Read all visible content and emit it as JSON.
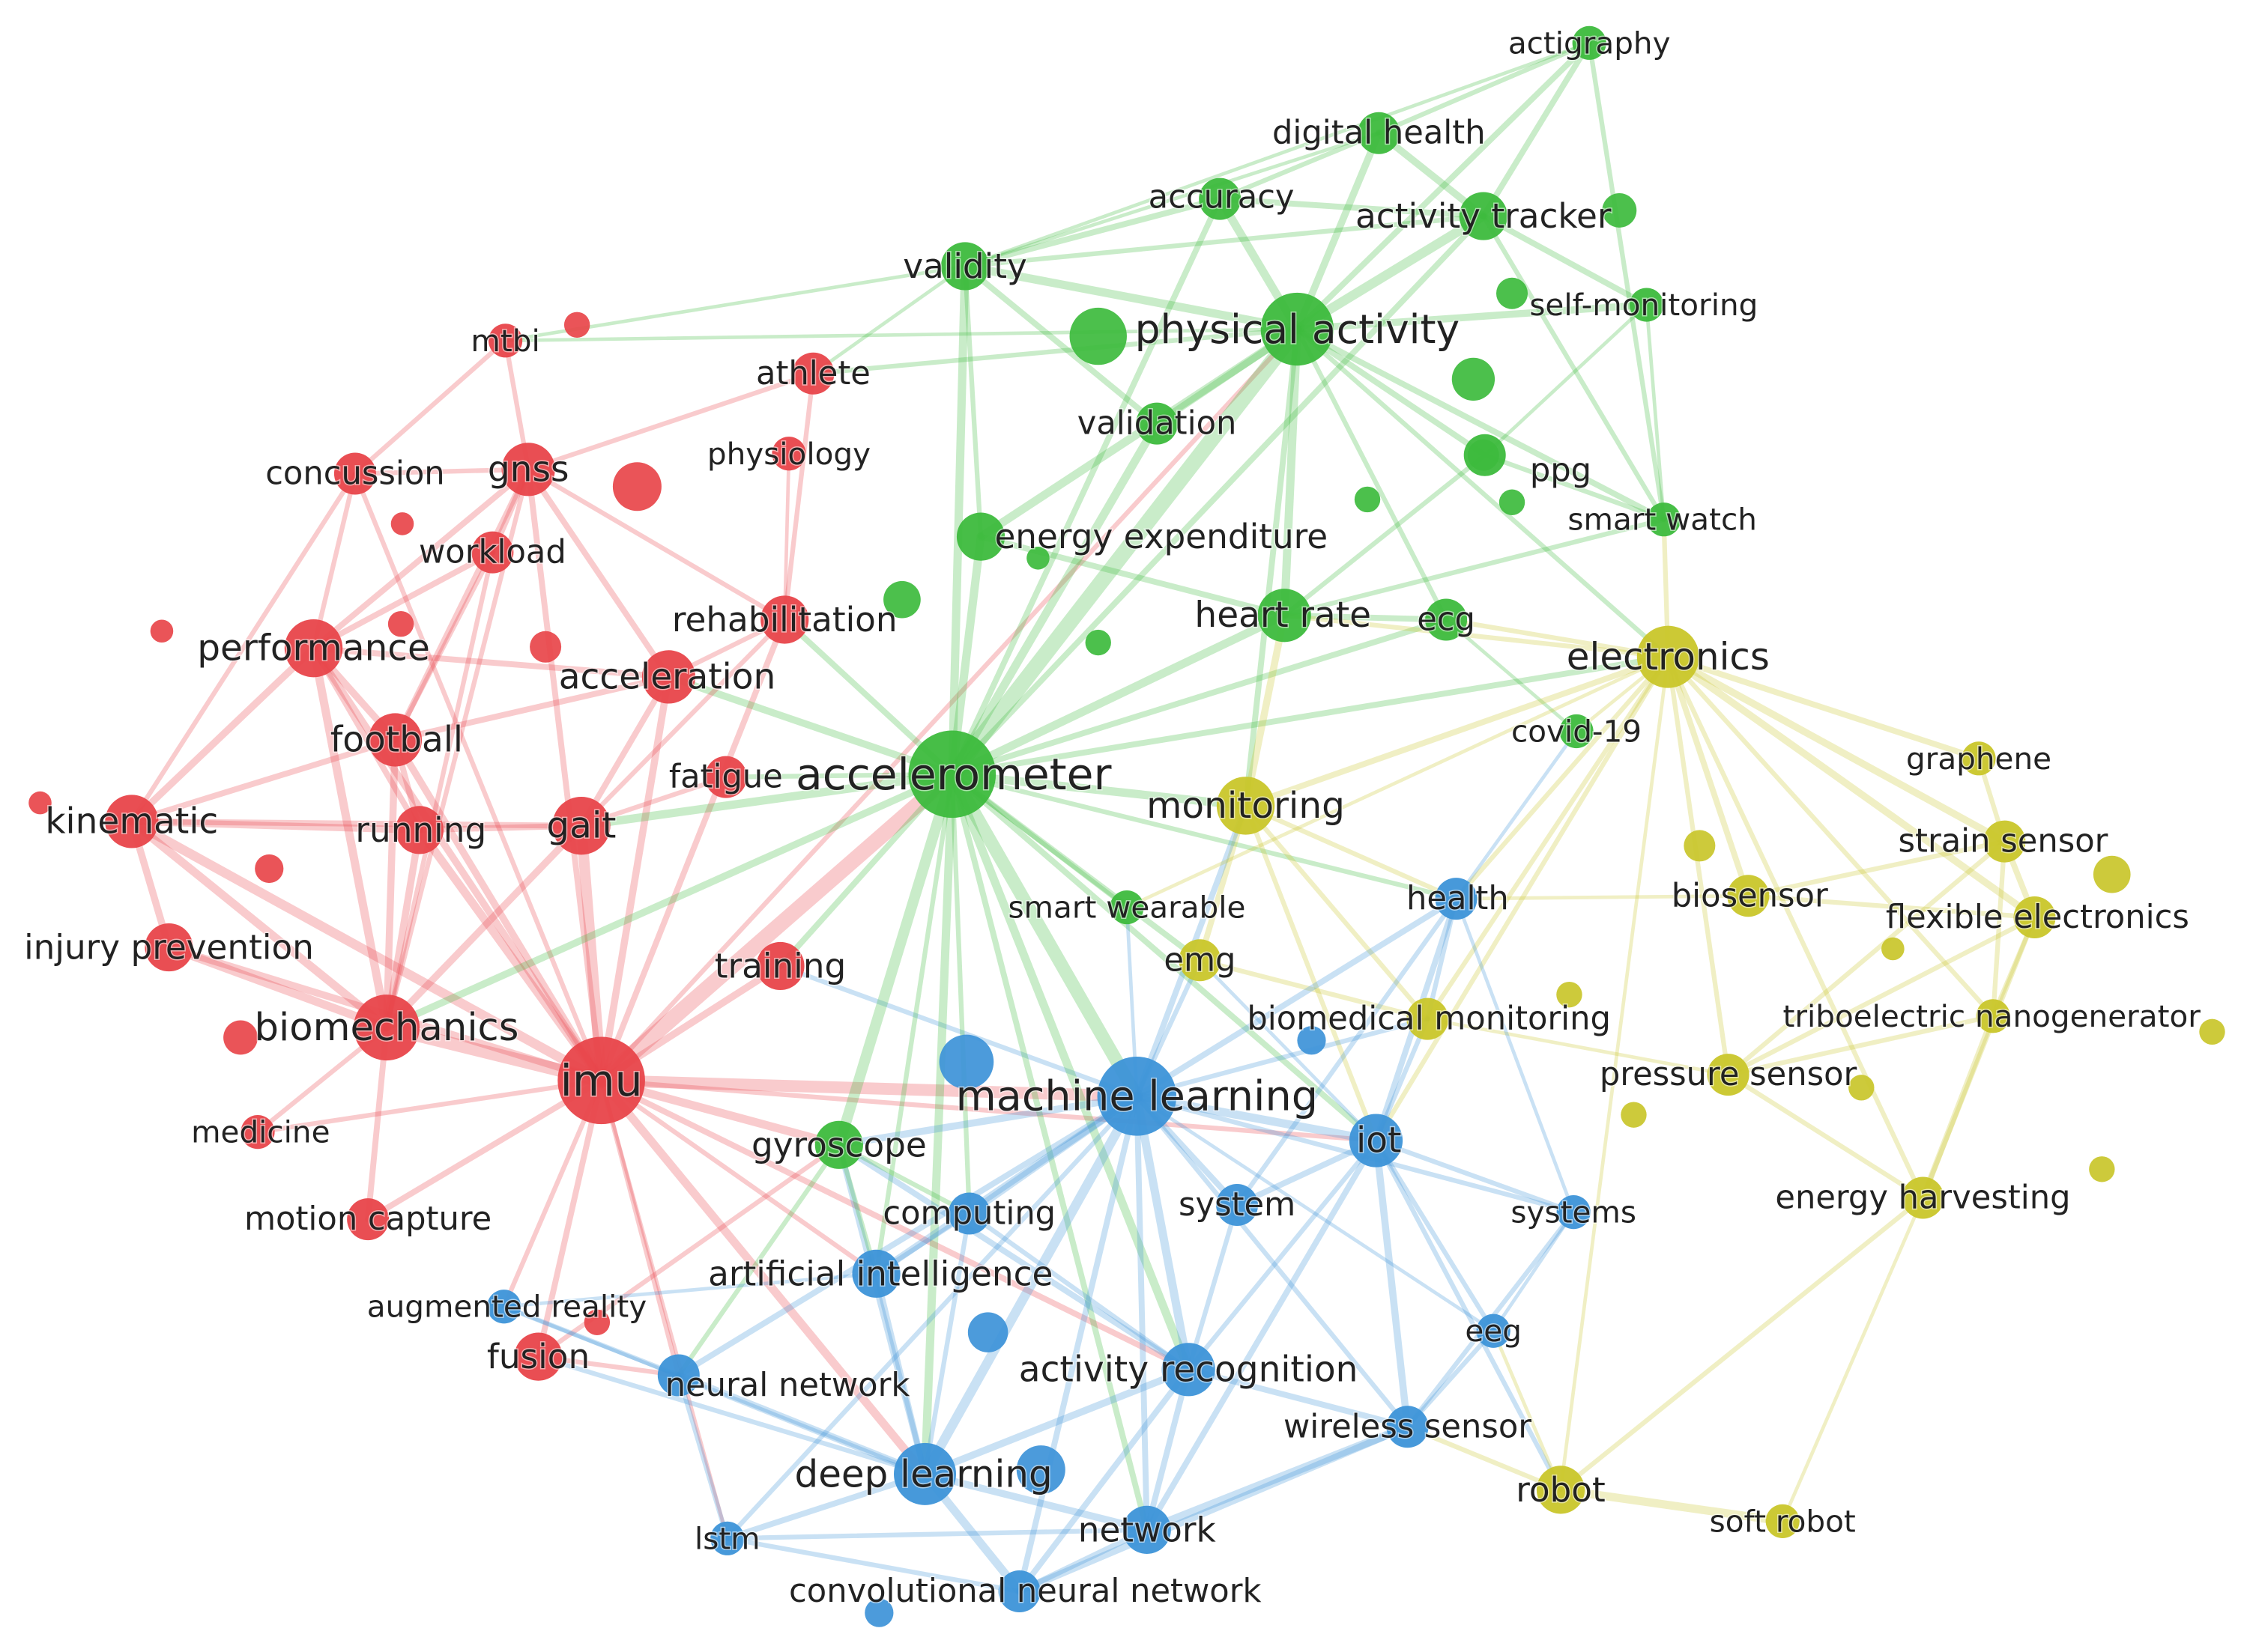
{
  "clusters": {
    "red": "#e8454a",
    "green": "#3dbb3d",
    "blue": "#3d93d8",
    "yellow": "#c9c62a"
  },
  "nodes": [
    {
      "id": "actigraphy",
      "label": "actigraphy",
      "cluster": "green",
      "weight": 1
    },
    {
      "id": "digital-health",
      "label": "digital health",
      "cluster": "green",
      "weight": 2
    },
    {
      "id": "accuracy",
      "label": "accuracy",
      "cluster": "green",
      "weight": 2
    },
    {
      "id": "activity-tracker",
      "label": "activity tracker",
      "cluster": "green",
      "weight": 3
    },
    {
      "id": "validity",
      "label": "validity",
      "cluster": "green",
      "weight": 3
    },
    {
      "id": "physical-activity",
      "label": "physical activity",
      "cluster": "green",
      "weight": 9
    },
    {
      "id": "self-monitoring",
      "label": "self-monitoring",
      "cluster": "green",
      "weight": 1
    },
    {
      "id": "validation",
      "label": "validation",
      "cluster": "green",
      "weight": 2
    },
    {
      "id": "ppg",
      "label": "ppg",
      "cluster": "green",
      "weight": 2
    },
    {
      "id": "smart-watch",
      "label": "smart watch",
      "cluster": "green",
      "weight": 1
    },
    {
      "id": "energy-expenditure",
      "label": "energy expenditure",
      "cluster": "green",
      "weight": 3
    },
    {
      "id": "heart-rate",
      "label": "heart rate",
      "cluster": "green",
      "weight": 4
    },
    {
      "id": "ecg",
      "label": "ecg",
      "cluster": "green",
      "weight": 2
    },
    {
      "id": "covid-19",
      "label": "covid-19",
      "cluster": "green",
      "weight": 1
    },
    {
      "id": "accelerometer",
      "label": "accelerometer",
      "cluster": "green",
      "weight": 14
    },
    {
      "id": "gyroscope",
      "label": "gyroscope",
      "cluster": "green",
      "weight": 3
    },
    {
      "id": "smart-wearable",
      "label": "smart wearable",
      "cluster": "green",
      "weight": 1
    },
    {
      "id": "mtbi",
      "label": "mtbi",
      "cluster": "red",
      "weight": 1
    },
    {
      "id": "athlete",
      "label": "athlete",
      "cluster": "red",
      "weight": 2
    },
    {
      "id": "physiology",
      "label": "physiology",
      "cluster": "red",
      "weight": 1
    },
    {
      "id": "concussion",
      "label": "concussion",
      "cluster": "red",
      "weight": 2
    },
    {
      "id": "gnss",
      "label": "gnss",
      "cluster": "red",
      "weight": 4
    },
    {
      "id": "workload",
      "label": "workload",
      "cluster": "red",
      "weight": 2
    },
    {
      "id": "performance",
      "label": "performance",
      "cluster": "red",
      "weight": 5
    },
    {
      "id": "rehabilitation",
      "label": "rehabilitation",
      "cluster": "red",
      "weight": 3
    },
    {
      "id": "acceleration",
      "label": "acceleration",
      "cluster": "red",
      "weight": 4
    },
    {
      "id": "football",
      "label": "football",
      "cluster": "red",
      "weight": 4
    },
    {
      "id": "fatigue",
      "label": "fatigue",
      "cluster": "red",
      "weight": 2
    },
    {
      "id": "kinematic",
      "label": "kinematic",
      "cluster": "red",
      "weight": 4
    },
    {
      "id": "running",
      "label": "running",
      "cluster": "red",
      "weight": 3
    },
    {
      "id": "gait",
      "label": "gait",
      "cluster": "red",
      "weight": 5
    },
    {
      "id": "injury-prevention",
      "label": "injury prevention",
      "cluster": "red",
      "weight": 3
    },
    {
      "id": "training",
      "label": "training",
      "cluster": "red",
      "weight": 3
    },
    {
      "id": "biomechanics",
      "label": "biomechanics",
      "cluster": "red",
      "weight": 7
    },
    {
      "id": "imu",
      "label": "imu",
      "cluster": "red",
      "weight": 14
    },
    {
      "id": "medicine",
      "label": "medicine",
      "cluster": "red",
      "weight": 1
    },
    {
      "id": "motion-capture",
      "label": "motion capture",
      "cluster": "red",
      "weight": 2
    },
    {
      "id": "fusion",
      "label": "fusion",
      "cluster": "red",
      "weight": 3
    },
    {
      "id": "monitoring",
      "label": "monitoring",
      "cluster": "yellow",
      "weight": 5
    },
    {
      "id": "electronics",
      "label": "electronics",
      "cluster": "yellow",
      "weight": 6
    },
    {
      "id": "graphene",
      "label": "graphene",
      "cluster": "yellow",
      "weight": 1
    },
    {
      "id": "strain-sensor",
      "label": "strain sensor",
      "cluster": "yellow",
      "weight": 2
    },
    {
      "id": "biosensor",
      "label": "biosensor",
      "cluster": "yellow",
      "weight": 2
    },
    {
      "id": "flexible-electronics",
      "label": "flexible electronics",
      "cluster": "yellow",
      "weight": 2
    },
    {
      "id": "emg",
      "label": "emg",
      "cluster": "yellow",
      "weight": 2
    },
    {
      "id": "biomedical-monitoring",
      "label": "biomedical monitoring",
      "cluster": "yellow",
      "weight": 2
    },
    {
      "id": "triboelectric-nanogenerator",
      "label": "triboelectric nanogenerator",
      "cluster": "yellow",
      "weight": 1
    },
    {
      "id": "pressure-sensor",
      "label": "pressure sensor",
      "cluster": "yellow",
      "weight": 2
    },
    {
      "id": "energy-harvesting",
      "label": "energy harvesting",
      "cluster": "yellow",
      "weight": 2
    },
    {
      "id": "robot",
      "label": "robot",
      "cluster": "yellow",
      "weight": 3
    },
    {
      "id": "soft-robot",
      "label": "soft robot",
      "cluster": "yellow",
      "weight": 1
    },
    {
      "id": "health",
      "label": "health",
      "cluster": "blue",
      "weight": 2
    },
    {
      "id": "machine-learning",
      "label": "machine learning",
      "cluster": "blue",
      "weight": 11
    },
    {
      "id": "iot",
      "label": "iot",
      "cluster": "blue",
      "weight": 4
    },
    {
      "id": "computing",
      "label": "computing",
      "cluster": "blue",
      "weight": 2
    },
    {
      "id": "system",
      "label": "system",
      "cluster": "blue",
      "weight": 2
    },
    {
      "id": "systems",
      "label": "systems",
      "cluster": "blue",
      "weight": 1
    },
    {
      "id": "artificial-intelligence",
      "label": "artificial intelligence",
      "cluster": "blue",
      "weight": 3
    },
    {
      "id": "augmented-reality",
      "label": "augmented reality",
      "cluster": "blue",
      "weight": 1
    },
    {
      "id": "eeg",
      "label": "eeg",
      "cluster": "blue",
      "weight": 1
    },
    {
      "id": "activity-recognition",
      "label": "activity recognition",
      "cluster": "blue",
      "weight": 4
    },
    {
      "id": "neural-network",
      "label": "neural network",
      "cluster": "blue",
      "weight": 2
    },
    {
      "id": "wireless-sensor",
      "label": "wireless sensor",
      "cluster": "blue",
      "weight": 2
    },
    {
      "id": "deep-learning",
      "label": "deep learning",
      "cluster": "blue",
      "weight": 6
    },
    {
      "id": "lstm",
      "label": "lstm",
      "cluster": "blue",
      "weight": 1
    },
    {
      "id": "network",
      "label": "network",
      "cluster": "blue",
      "weight": 3
    },
    {
      "id": "convolutional-neural-network",
      "label": "convolutional neural network",
      "cluster": "blue",
      "weight": 2
    }
  ]
}
